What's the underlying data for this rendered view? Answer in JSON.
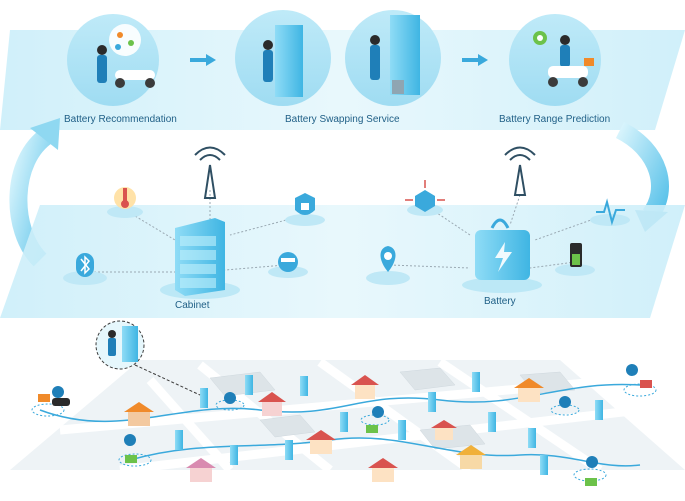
{
  "top_stage": {
    "steps": [
      {
        "label": "Battery Recommendation",
        "icon": "rider-with-map-icon"
      },
      {
        "label": "Battery Swapping Service",
        "icon": "cabinet-swap-icon"
      },
      {
        "label": "Battery Range Prediction",
        "icon": "scooter-route-icon"
      }
    ]
  },
  "middle_stage": {
    "cabinet_label": "Cabinet",
    "battery_label": "Battery",
    "cabinet_sensors": [
      "thermometer-icon",
      "signal-tower-icon",
      "shield-lock-icon",
      "bluetooth-icon",
      "meter-gauge-icon"
    ],
    "battery_sensors": [
      "gyroscope-icon",
      "signal-tower-icon",
      "heartbeat-icon",
      "location-pin-icon",
      "battery-level-icon"
    ]
  },
  "colors": {
    "primary": "#3aa9dc",
    "light": "#d8f2fb",
    "accent_orange": "#f08a2a",
    "accent_green": "#6cc24a"
  }
}
